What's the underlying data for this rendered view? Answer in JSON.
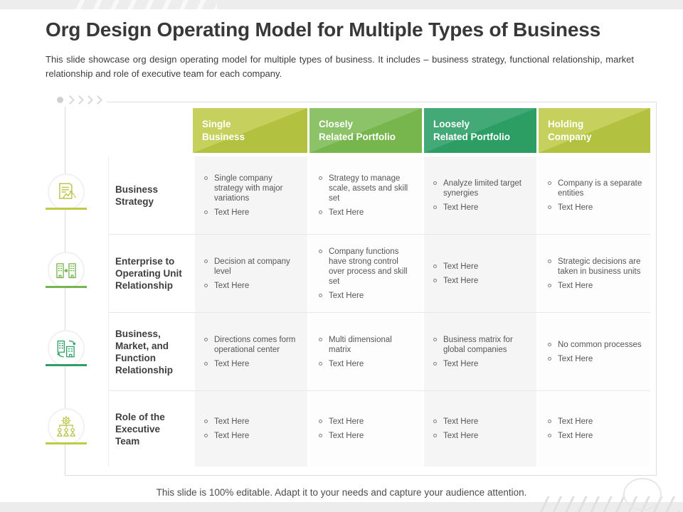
{
  "slide": {
    "title": "Org Design Operating Model for Multiple Types of Business",
    "description": "This slide showcase org design operating model for multiple types of business. It includes – business strategy, functional relationship, market relationship and role of executive team for each company.",
    "footer": "This slide is 100% editable. Adapt it to your needs and capture your audience attention."
  },
  "theme": {
    "olive": "#b8c544",
    "olive_light": "#c6d05c",
    "green": "#77b54d",
    "green_light": "#8cc268",
    "teal": "#2d9e63",
    "teal_light": "#42a977",
    "cell_gray": "#f5f5f5",
    "text_dark": "#3e3e3e",
    "text_gray": "#565656",
    "line_gray": "#dedede"
  },
  "table": {
    "columns": [
      {
        "line1": "Single",
        "line2": "Business"
      },
      {
        "line1": "Closely",
        "line2": "Related Portfolio"
      },
      {
        "line1": "Loosely",
        "line2": "Related Portfolio"
      },
      {
        "line1": "Holding",
        "line2": "Company"
      }
    ],
    "rows": [
      {
        "label": "Business Strategy",
        "icon": "document-chart-icon",
        "cells": [
          {
            "b1": "Single company strategy with major variations",
            "b2": "Text Here"
          },
          {
            "b1": "Strategy to manage scale, assets and skill set",
            "b2": "Text Here"
          },
          {
            "b1": "Analyze limited target synergies",
            "b2": "Text Here"
          },
          {
            "b1": "Company is a separate entities",
            "b2": "Text Here"
          }
        ]
      },
      {
        "label": "Enterprise to Operating Unit Relationship",
        "icon": "buildings-link-icon",
        "cells": [
          {
            "b1": "Decision at company level",
            "b2": "Text Here"
          },
          {
            "b1": "Company functions have strong control over process and skill set",
            "b2": "Text Here"
          },
          {
            "b1": "Text Here",
            "b2": "Text Here"
          },
          {
            "b1": "Strategic decisions are taken in business units",
            "b2": "Text Here"
          }
        ]
      },
      {
        "label": "Business, Market, and Function Relationship",
        "icon": "buildings-exchange-icon",
        "cells": [
          {
            "b1": "Directions comes form operational center",
            "b2": "Text Here"
          },
          {
            "b1": "Multi dimensional matrix",
            "b2": "Text Here"
          },
          {
            "b1": "Business matrix for global companies",
            "b2": "Text Here"
          },
          {
            "b1": "No common processes",
            "b2": "Text Here"
          }
        ]
      },
      {
        "label": "Role of the Executive Team",
        "icon": "gear-team-icon",
        "cells": [
          {
            "b1": "Text Here",
            "b2": "Text Here"
          },
          {
            "b1": "Text Here",
            "b2": "Text Here"
          },
          {
            "b1": "Text Here",
            "b2": "Text Here"
          },
          {
            "b1": "Text Here",
            "b2": "Text Here"
          }
        ]
      }
    ]
  }
}
